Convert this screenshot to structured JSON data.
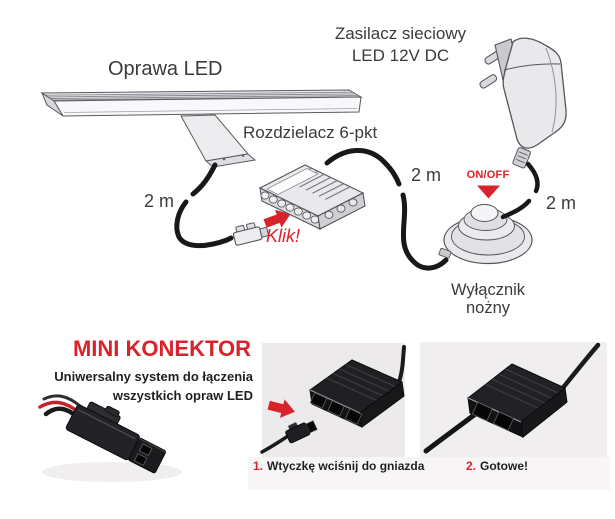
{
  "diagram": {
    "led_fixture_label": "Oprawa LED",
    "power_supply_label": {
      "line1": "Zasilacz sieciowy",
      "line2": "LED 12V DC"
    },
    "splitter_label": "Rozdzielacz 6-pkt",
    "foot_switch_label": {
      "line1": "Wyłącznik",
      "line2": "nożny"
    },
    "cable_lengths": {
      "fixture_cable": "2 m",
      "splitter_cable": "2 m",
      "adapter_cable": "2 m"
    },
    "click_label": "Klik!",
    "on_off_label": "ON/OFF"
  },
  "mini_konektor": {
    "title": "MINI KONEKTOR",
    "subtitle": {
      "line1": "Uniwersalny system do łączenia",
      "line2": "wszystkich opraw LED"
    },
    "steps": [
      {
        "number": "1.",
        "caption": "Wtyczkę wciśnij do gniazda"
      },
      {
        "number": "2.",
        "caption": "Gotowe!"
      }
    ]
  },
  "colors": {
    "accent_red": "#d9232a",
    "diagram_text": "#3b3b3d",
    "outline_gray": "#55555a",
    "photo_background": "#efedee"
  }
}
